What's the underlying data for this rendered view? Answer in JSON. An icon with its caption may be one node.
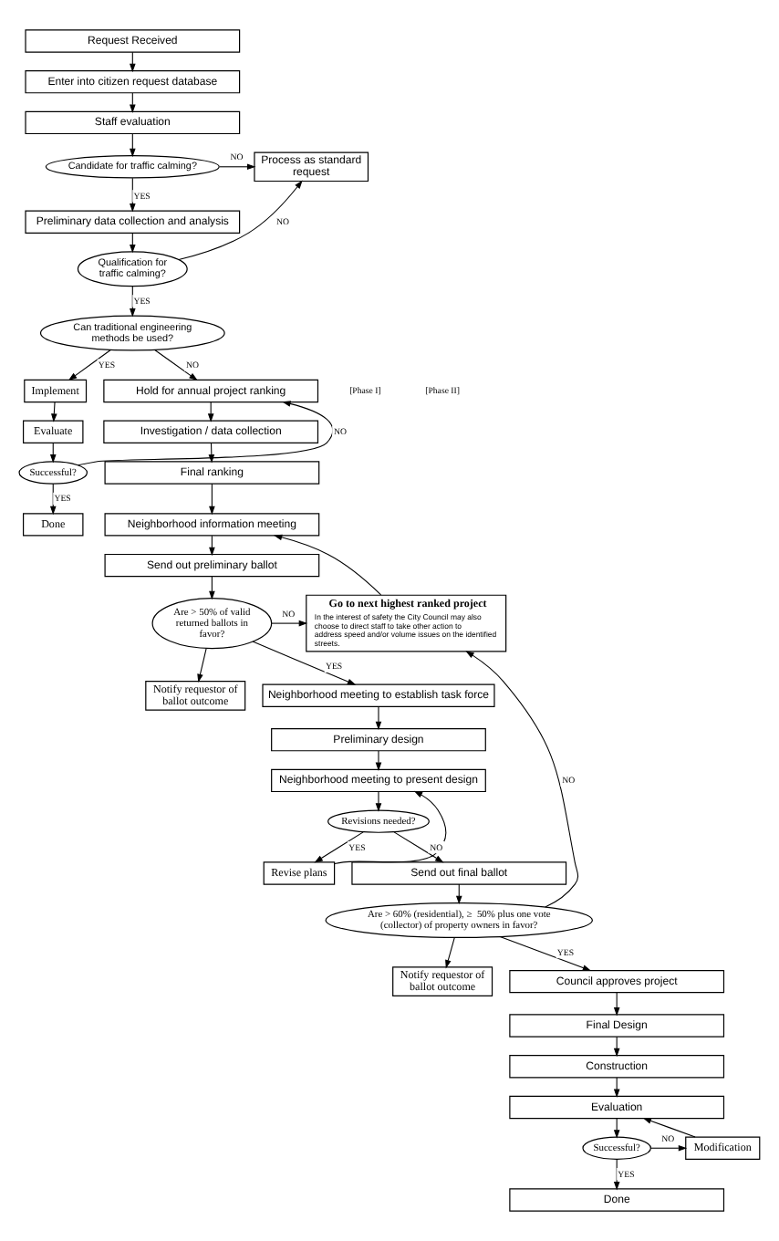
{
  "diagram": {
    "nodes": [
      {
        "text": [
          "Request Received"
        ]
      },
      {
        "text": [
          "Enter into citizen request database"
        ]
      },
      {
        "text": [
          "Staff evaluation"
        ]
      },
      {
        "text": [
          "Candidate for traffic calming?"
        ]
      },
      {
        "text": [
          "Process as standard request"
        ]
      },
      {
        "text": [
          "Preliminary data collection and analysis"
        ]
      },
      {
        "text": [
          "Qualification for traffic calming?"
        ]
      },
      {
        "text": [
          "Can traditional engineering methods be used?"
        ]
      },
      {
        "text": [
          "Implement"
        ]
      },
      {
        "text": [
          "Evaluate"
        ]
      },
      {
        "text": [
          "Hold for annual project ranking"
        ]
      },
      {
        "text": [
          "Successful?"
        ]
      },
      {
        "text": [
          "Investigation / data collection"
        ]
      },
      {
        "text": [
          "Done"
        ]
      },
      {
        "text": [
          "Final ranking"
        ]
      },
      {
        "text": [
          "Neighborhood information meeting"
        ]
      },
      {
        "text": [
          "Send out preliminary ballot"
        ]
      },
      {
        "text": [
          "Are > 50% of valid returned ballots in favor?"
        ]
      },
      {
        "text": [
          "Notify requestor of ballot outcome"
        ]
      },
      {
        "text": [
          "Go to next highest ranked project",
          "In the interest of safety the City Council may also choose to direct staff to take other action to address speed and/or volume issues on the identified streets."
        ]
      },
      {
        "text": [
          "Neighborhood meeting to establish task force"
        ]
      },
      {
        "text": [
          "Preliminary design"
        ]
      },
      {
        "text": [
          "Neighborhood meeting to present design"
        ]
      },
      {
        "text": [
          "Revise plans"
        ]
      },
      {
        "text": [
          "Revisions needed?"
        ]
      },
      {
        "text": [
          "Send out final ballot"
        ]
      },
      {
        "text": [
          "Are > 60% (residential), ≥  50% plus one vote (collector) of property owners in favor?"
        ]
      },
      {
        "text": [
          "Notify requestor of ballot outcome"
        ]
      },
      {
        "text": [
          "Council approves project"
        ]
      },
      {
        "text": [
          "Final Design"
        ]
      },
      {
        "text": [
          "Construction"
        ]
      },
      {
        "text": [
          "Evaluation"
        ]
      },
      {
        "text": [
          "Successful?"
        ]
      },
      {
        "text": [
          "Modification"
        ]
      },
      {
        "text": [
          "Done"
        ]
      }
    ],
    "edges": [
      {
        "from": 0,
        "to": 1,
        "arrow": "to"
      },
      {
        "from": 1,
        "to": 2,
        "arrow": "to"
      },
      {
        "from": 2,
        "to": 3,
        "arrow": "to"
      },
      {
        "from": 3,
        "to": 4,
        "arrow": "to",
        "label": "NO"
      },
      {
        "from": 3,
        "to": 5,
        "arrow": "to",
        "label": "YES"
      },
      {
        "from": 5,
        "to": 6,
        "arrow": "to"
      },
      {
        "from": 6,
        "to": 4,
        "arrow": "to",
        "label": "NO"
      },
      {
        "from": 6,
        "to": 7,
        "arrow": "to",
        "label": "YES"
      },
      {
        "from": 7,
        "to": 8,
        "arrow": "to",
        "label": "YES"
      },
      {
        "from": 7,
        "to": 10,
        "arrow": "to",
        "label": "NO"
      },
      {
        "from": 8,
        "to": 9,
        "arrow": "to"
      },
      {
        "from": 9,
        "to": 11,
        "arrow": "to"
      },
      {
        "from": 11,
        "to": 10,
        "arrow": "to",
        "label": "NO"
      },
      {
        "from": 11,
        "to": 13,
        "arrow": "to",
        "label": "YES"
      },
      {
        "from": 10,
        "to": 12,
        "arrow": "to"
      },
      {
        "from": 12,
        "to": 14,
        "arrow": "to"
      },
      {
        "from": 14,
        "to": 15,
        "arrow": "to"
      },
      {
        "from": 15,
        "to": 16,
        "arrow": "to"
      },
      {
        "from": 16,
        "to": 17,
        "arrow": "to"
      },
      {
        "from": 17,
        "to": 18,
        "arrow": "to"
      },
      {
        "from": 17,
        "to": 19,
        "arrow": "to",
        "label": "NO"
      },
      {
        "from": 17,
        "to": 20,
        "arrow": "to",
        "label": "YES"
      },
      {
        "from": 19,
        "to": 15,
        "arrow": "to"
      },
      {
        "from": 20,
        "to": 21,
        "arrow": "to"
      },
      {
        "from": 21,
        "to": 22,
        "arrow": "to"
      },
      {
        "from": 22,
        "to": 24,
        "arrow": "to"
      },
      {
        "from": 24,
        "to": 23,
        "arrow": "to",
        "label": "YES"
      },
      {
        "from": 23,
        "to": 22,
        "arrow": "to"
      },
      {
        "from": 24,
        "to": 25,
        "arrow": "to",
        "label": "NO"
      },
      {
        "from": 25,
        "to": 26,
        "arrow": "to"
      },
      {
        "from": 26,
        "to": 27,
        "arrow": "to"
      },
      {
        "from": 26,
        "to": 19,
        "arrow": "to",
        "label": "NO"
      },
      {
        "from": 26,
        "to": 28,
        "arrow": "to",
        "label": "YES"
      },
      {
        "from": 28,
        "to": 29,
        "arrow": "to"
      },
      {
        "from": 29,
        "to": 30,
        "arrow": "to"
      },
      {
        "from": 30,
        "to": 31,
        "arrow": "to"
      },
      {
        "from": 31,
        "to": 32,
        "arrow": "to"
      },
      {
        "from": 32,
        "to": 33,
        "arrow": "to",
        "label": "NO"
      },
      {
        "from": 33,
        "to": 31,
        "arrow": "to"
      },
      {
        "from": 32,
        "to": 34,
        "arrow": "to",
        "label": "YES"
      }
    ],
    "labels": [
      "[Phase I]",
      "[Phase II]"
    ]
  }
}
